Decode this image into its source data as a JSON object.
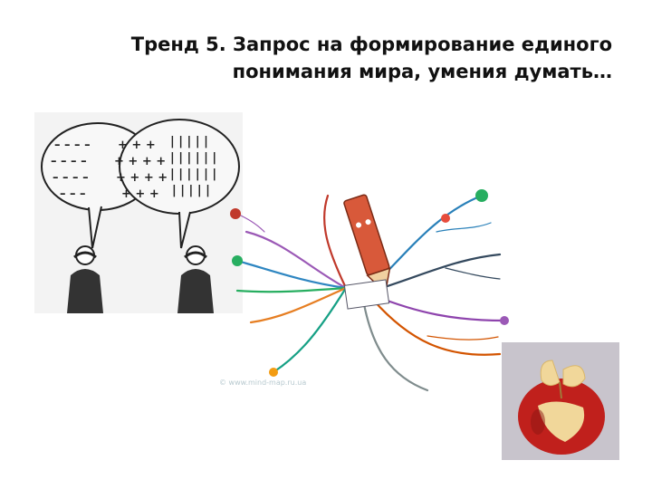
{
  "slide": {
    "title_line1": "Тренд 5. Запрос на формирование единого",
    "title_line2": "понимания мира, умения думать…"
  },
  "mindmap": {
    "watermark": "© www.mind-map.ru.ua"
  },
  "images": {
    "cartoon_icon": "two-people-speech-bubbles-icon",
    "mindmap_icon": "pencil-mind-map-icon",
    "apple_icon": "carved-apple-butterfly-icon"
  },
  "colors": {
    "title": "#111111",
    "apple_red": "#c0201c",
    "apple_flesh": "#f1d79a",
    "apple_bg": "#c8c4cc",
    "pencil": "#d8593a"
  }
}
